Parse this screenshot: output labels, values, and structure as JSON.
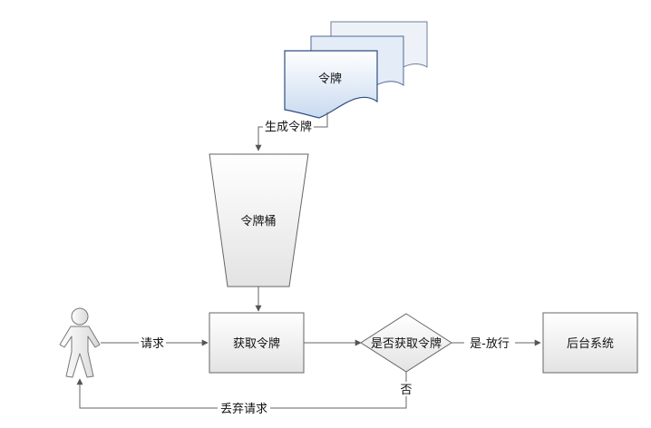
{
  "nodes": {
    "token_docs": "令牌",
    "token_bucket": "令牌桶",
    "get_token": "获取令牌",
    "decision": "是否获取令牌",
    "backend": "后台系统"
  },
  "edges": {
    "generate_token": "生成令牌",
    "request": "请求",
    "yes_pass": "是-放行",
    "no": "否",
    "drop_request": "丢弃请求"
  },
  "colors": {
    "doc_fill_gradient_start": "#ffffff",
    "doc_fill_gradient_end": "#c9daf0",
    "doc_stroke": "#2f4f7f",
    "box_fill_start": "#ffffff",
    "box_fill_end": "#e6e6e6",
    "stroke": "#555555",
    "line": "#666666"
  },
  "icons": {
    "actor": "person-icon"
  }
}
